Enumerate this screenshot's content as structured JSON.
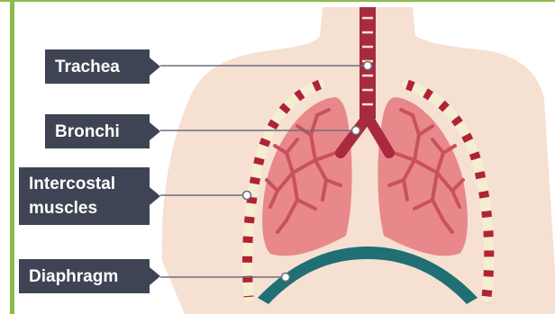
{
  "labels": {
    "trachea": "Trachea",
    "bronchi": "Bronchi",
    "intercostal_muscles": "Intercostal\nmuscles",
    "diaphragm": "Diaphragm"
  },
  "colors": {
    "frame_green": "#8dbb4a",
    "body_skin": "#f6e0d2",
    "lung_fill": "#e9888a",
    "lung_bronchiole": "#c7515c",
    "trachea_red": "#a82a3e",
    "rib_red": "#b02235",
    "rib_cream": "#f5eed0",
    "diaphragm_teal": "#1f6f75",
    "label_bg": "#3f4455",
    "pointer_line": "#6b6f7c"
  }
}
